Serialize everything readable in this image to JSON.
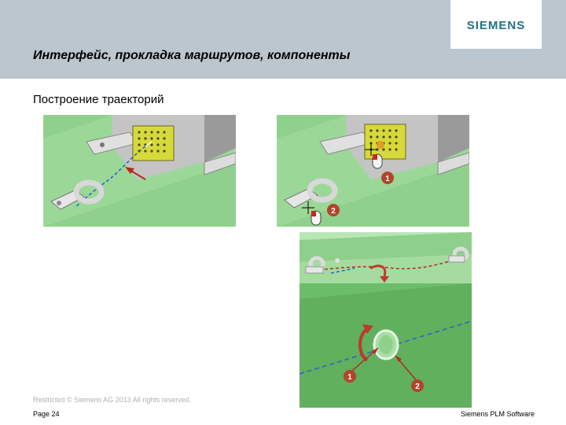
{
  "header": {
    "logo_text": "SIEMENS",
    "title": "Интерфейс, прокладка маршрутов, компоненты"
  },
  "main": {
    "subtitle": "Построение траекторий",
    "callouts": [
      "1",
      "2",
      "1",
      "2"
    ]
  },
  "footer": {
    "restricted": "Restricted © Siemens AG 2013 All rights reserved.",
    "page": "Page 24",
    "company": "Siemens PLM Software"
  },
  "colors": {
    "header_bg": "#bcc6ce",
    "brand": "#1e7387",
    "scene_green": "#8fd18c",
    "connector_yellow": "#d6d93a",
    "callout_brown": "#b1452a",
    "arrow_red": "#b22a20",
    "route_blue": "#2a63c9"
  }
}
